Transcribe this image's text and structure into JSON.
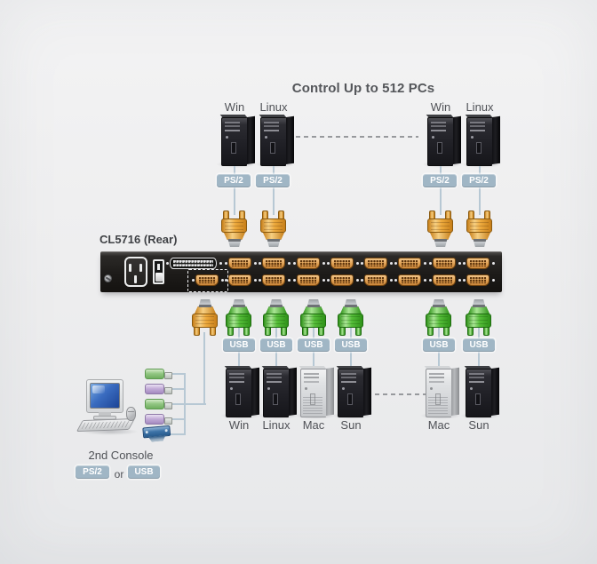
{
  "title": "Control Up to 512 PCs",
  "kvm_switch": {
    "label": "CL5716 (Rear)",
    "port_rows": 2,
    "ports_per_row": 8
  },
  "computers": {
    "top_left": [
      {
        "label": "Win",
        "badge": "PS/2"
      },
      {
        "label": "Linux",
        "badge": "PS/2"
      }
    ],
    "top_right": [
      {
        "label": "Win",
        "badge": "PS/2"
      },
      {
        "label": "Linux",
        "badge": "PS/2"
      }
    ],
    "bottom_left": [
      {
        "label": "Win",
        "badge": "USB"
      },
      {
        "label": "Linux",
        "badge": "USB"
      },
      {
        "label": "Mac",
        "badge": "USB",
        "color": "silver"
      },
      {
        "label": "Sun",
        "badge": "USB"
      }
    ],
    "bottom_right": [
      {
        "label": "Mac",
        "badge": "USB",
        "color": "silver"
      },
      {
        "label": "Sun",
        "badge": "USB"
      }
    ]
  },
  "second_console": {
    "label": "2nd Console",
    "interface_a": "PS/2",
    "conjunction": "or",
    "interface_b": "USB"
  },
  "colors": {
    "badge": "#a0b6c5",
    "line": "#b7c8d4",
    "cable_orange": "#edaa3e",
    "cable_green": "#55bd39",
    "console_blue": "#3e74a8",
    "port_tan": "#dd9c4e",
    "text": "#505257",
    "switch_black": "#1d1b19"
  }
}
